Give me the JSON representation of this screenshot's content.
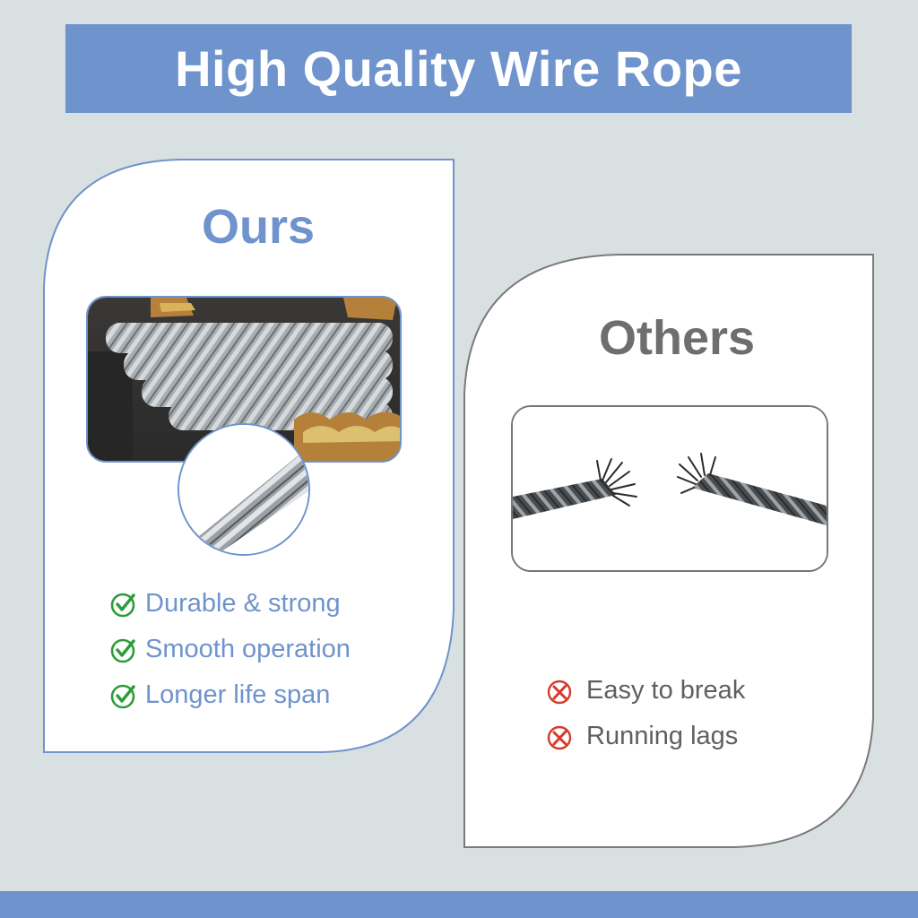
{
  "banner": {
    "title": "High Quality Wire Rope"
  },
  "ours": {
    "title": "Ours",
    "features": [
      "Durable & strong",
      "Smooth operation",
      "Longer life span"
    ],
    "icon": "check-circle-icon"
  },
  "others": {
    "title": "Others",
    "features": [
      "Easy to break",
      "Running lags"
    ],
    "icon": "x-circle-icon"
  },
  "colors": {
    "accent": "#6f93cc",
    "background": "#d9e0e2",
    "check": "#2a9d3a",
    "cross": "#d63a2e",
    "others_text": "#5f5f5f"
  }
}
